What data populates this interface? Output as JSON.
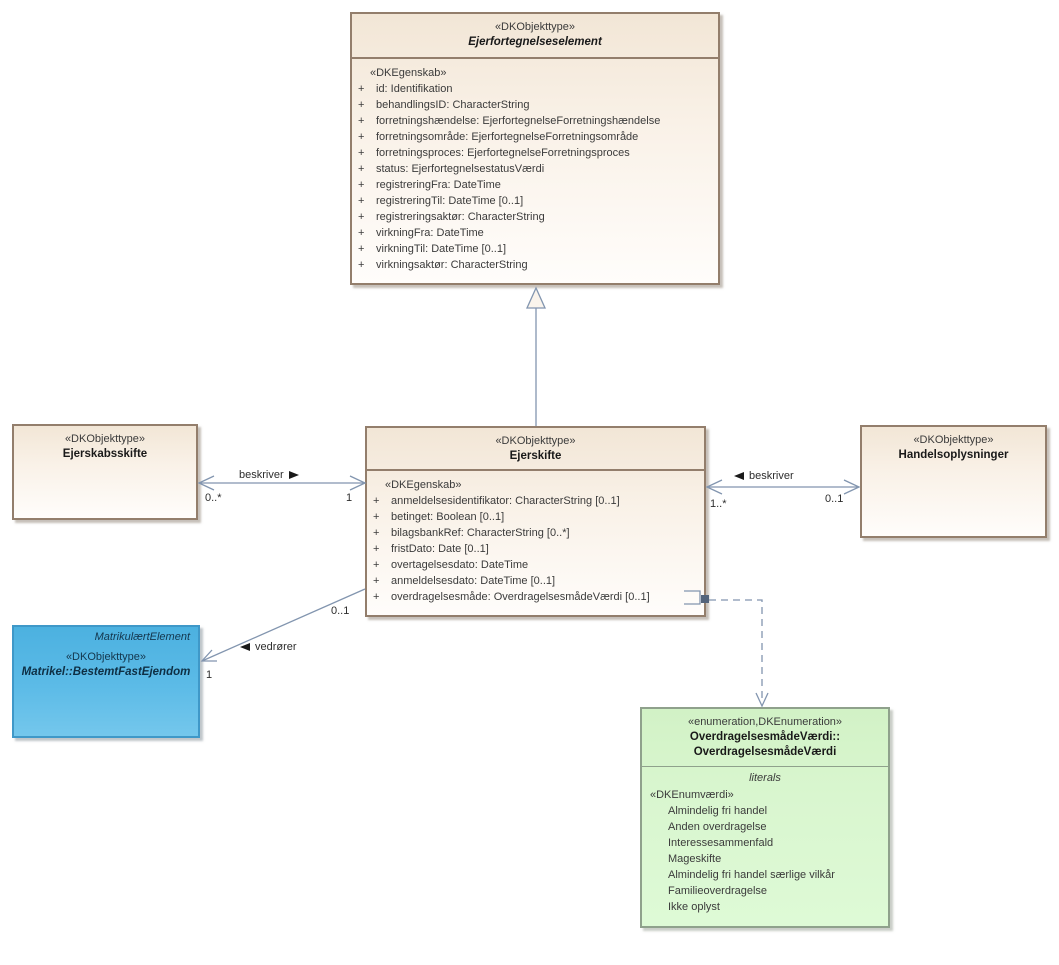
{
  "diagram": {
    "classes": {
      "ejerfortegnelseselement": {
        "stereotype": "«DKObjekttype»",
        "name": "Ejerfortegnelseselement",
        "attr_stereotype": "«DKEgenskab»",
        "attributes": [
          {
            "v": "+",
            "t": "id: Identifikation"
          },
          {
            "v": "+",
            "t": "behandlingsID: CharacterString"
          },
          {
            "v": "+",
            "t": "forretningshændelse: EjerfortegnelseForretningshændelse"
          },
          {
            "v": "+",
            "t": "forretningsområde: EjerfortegnelseForretningsområde"
          },
          {
            "v": "+",
            "t": "forretningsproces: EjerfortegnelseForretningsproces"
          },
          {
            "v": "+",
            "t": "status: EjerfortegnelsestatusVærdi"
          },
          {
            "v": "+",
            "t": "registreringFra: DateTime"
          },
          {
            "v": "+",
            "t": "registreringTil: DateTime [0..1]"
          },
          {
            "v": "+",
            "t": "registreringsaktør: CharacterString"
          },
          {
            "v": "+",
            "t": "virkningFra: DateTime"
          },
          {
            "v": "+",
            "t": "virkningTil: DateTime [0..1]"
          },
          {
            "v": "+",
            "t": "virkningsaktør: CharacterString"
          }
        ]
      },
      "ejerskifte": {
        "stereotype": "«DKObjekttype»",
        "name": "Ejerskifte",
        "attr_stereotype": "«DKEgenskab»",
        "attributes": [
          {
            "v": "+",
            "t": "anmeldelsesidentifikator: CharacterString [0..1]"
          },
          {
            "v": "+",
            "t": "betinget: Boolean [0..1]"
          },
          {
            "v": "+",
            "t": "bilagsbankRef: CharacterString [0..*]"
          },
          {
            "v": "+",
            "t": "fristDato: Date [0..1]"
          },
          {
            "v": "+",
            "t": "overtagelsesdato: DateTime"
          },
          {
            "v": "+",
            "t": "anmeldelsesdato: DateTime [0..1]"
          },
          {
            "v": "+",
            "t": "overdragelsesmåde: OverdragelsesmådeVærdi [0..1]"
          }
        ]
      },
      "ejerskabsskifte": {
        "stereotype": "«DKObjekttype»",
        "name": "Ejerskabsskifte"
      },
      "handelsoplysninger": {
        "stereotype": "«DKObjekttype»",
        "name": "Handelsoplysninger"
      },
      "bestemtfastejendom": {
        "parent": "MatrikulærtElement",
        "stereotype": "«DKObjekttype»",
        "name": "Matrikel::BestemtFastEjendom"
      },
      "overdragelsesmaadevaerdi": {
        "stereotype": "«enumeration,DKEnumeration»",
        "name_line1": "OverdragelsesmådeVærdi::",
        "name_line2": "OverdragelsesmådeVærdi",
        "compartment_label": "literals",
        "literal_stereotype": "«DKEnumværdi»",
        "literals": [
          "Almindelig fri handel",
          "Anden overdragelse",
          "Interessesammenfald",
          "Mageskifte",
          "Almindelig fri handel særlige vilkår",
          "Familieoverdragelse",
          "Ikke oplyst"
        ]
      }
    },
    "associations": {
      "beskriver_ejerskabsskifte": {
        "label": "beskriver",
        "mult_source": "0..*",
        "mult_target": "1"
      },
      "beskriver_handelsoplysninger": {
        "label": "beskriver",
        "mult_source": "1..*",
        "mult_target": "0..1"
      },
      "vedroerer": {
        "label": "vedrører",
        "mult_source": "0..1",
        "mult_target": "1"
      }
    },
    "colors": {
      "class_fill": "#f2e6d6",
      "class_border": "#937e6c",
      "external_class_fill": "#55b7e3",
      "external_class_border": "#3f98c8",
      "enumeration_fill": "#d6f4cb",
      "enumeration_border": "#8fa18c",
      "connector": "#8295af"
    }
  }
}
